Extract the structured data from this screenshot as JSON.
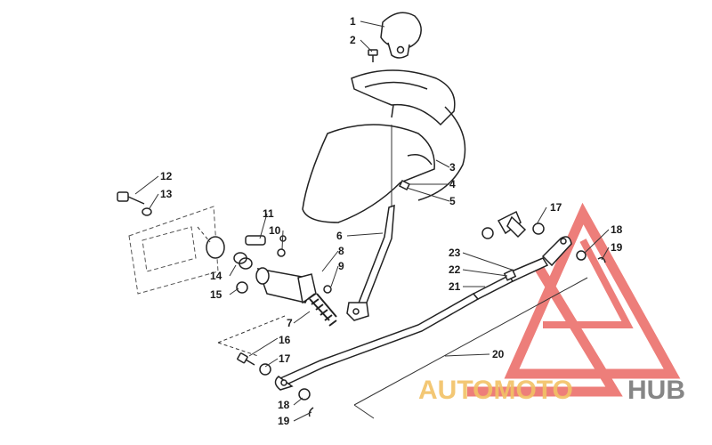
{
  "callouts": {
    "c1": "1",
    "c2": "2",
    "c3": "3",
    "c4": "4",
    "c5": "5",
    "c6": "6",
    "c7": "7",
    "c8": "8",
    "c9": "9",
    "c10": "10",
    "c11": "11",
    "c12": "12",
    "c13": "13",
    "c14": "14",
    "c15": "15",
    "c16": "16",
    "c17a": "17",
    "c17b": "17",
    "c18a": "18",
    "c18b": "18",
    "c19a": "19",
    "c19b": "19",
    "c20": "20",
    "c21": "21",
    "c22": "22",
    "c23": "23"
  },
  "watermark": {
    "part1": "AUTOMOTO",
    "part2": "HUB",
    "color_main": "#f2c265",
    "color_hub": "#7a7a7a",
    "triangle_color": "#e8544e"
  }
}
